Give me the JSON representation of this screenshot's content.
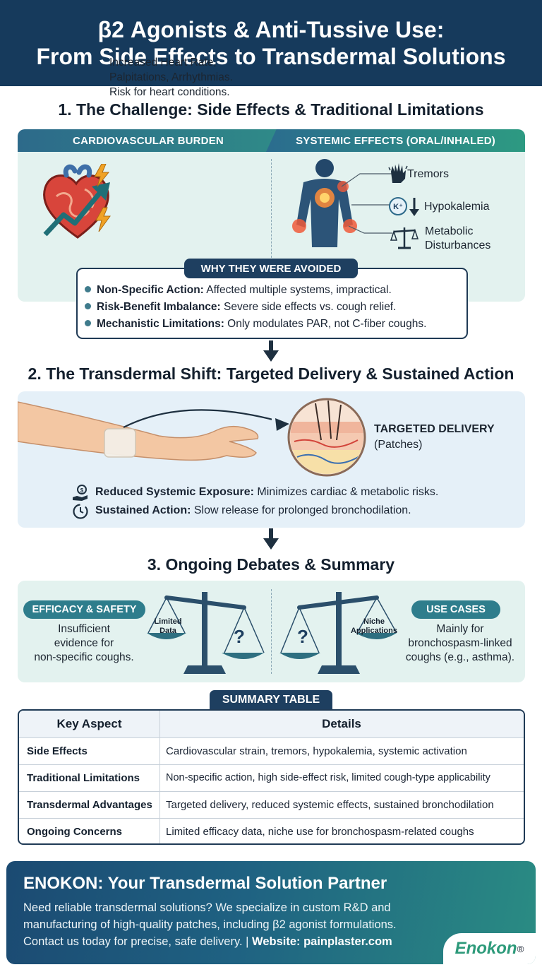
{
  "header": {
    "line1": "β2 Agonists & Anti-Tussive Use:",
    "line2": "From Side Effects to Transdermal Solutions"
  },
  "section1": {
    "title": "1. The Challenge: Side Effects & Traditional Limitations",
    "tab_left": "CARDIOVASCULAR BURDEN",
    "tab_right": "SYSTEMIC EFFECTS (ORAL/INHALED)",
    "cardio_lines": [
      "Increased Heart Rate,",
      "Palpitations, Arrhythmias.",
      "Risk for heart conditions."
    ],
    "systemic": {
      "tremors": "Tremors",
      "hypokalemia": "Hypokalemia",
      "potassium_symbol": "K⁺",
      "metabolic_line1": "Metabolic",
      "metabolic_line2": "Disturbances"
    },
    "avoided_tag": "WHY THEY WERE AVOIDED",
    "reasons": [
      {
        "label": "Non-Specific Action:",
        "text": " Affected multiple systems, impractical."
      },
      {
        "label": "Risk-Benefit Imbalance:",
        "text": " Severe side effects vs. cough relief."
      },
      {
        "label": "Mechanistic Limitations:",
        "text": " Only modulates PAR, not C-fiber coughs."
      }
    ]
  },
  "section2": {
    "title": "2. The Transdermal Shift: Targeted Delivery & Sustained Action",
    "targeted_label": "TARGETED DELIVERY",
    "targeted_sub": "(Patches)",
    "benefits": [
      {
        "label": "Reduced Systemic Exposure:",
        "text": " Minimizes cardiac & metabolic risks."
      },
      {
        "label": "Sustained Action:",
        "text": " Slow release for prolonged bronchodilation."
      }
    ]
  },
  "section3": {
    "title": "3. Ongoing Debates & Summary",
    "left_pill": "EFFICACY & SAFETY",
    "left_text": [
      "Insufficient",
      "evidence for",
      "non-specific coughs."
    ],
    "left_scale_label": [
      "Limited",
      "Data"
    ],
    "right_pill": "USE CASES",
    "right_text": [
      "Mainly for",
      "bronchospasm-linked",
      "coughs (e.g., asthma)."
    ],
    "right_scale_label": [
      "Niche",
      "Applications"
    ],
    "question_mark": "?"
  },
  "summary": {
    "tag": "SUMMARY TABLE",
    "headers": [
      "Key Aspect",
      "Details"
    ],
    "rows": [
      [
        "Side Effects",
        "Cardiovascular strain, tremors, hypokalemia, systemic activation"
      ],
      [
        "Traditional Limitations",
        "Non-specific action, high side-effect risk, limited cough-type applicability"
      ],
      [
        "Transdermal Advantages",
        "Targeted delivery, reduced systemic effects, sustained bronchodilation"
      ],
      [
        "Ongoing Concerns",
        "Limited efficacy data, niche use for bronchospasm-related coughs"
      ]
    ]
  },
  "footer": {
    "title": "ENOKON: Your Transdermal Solution Partner",
    "line1": "Need reliable transdermal solutions? We specialize in custom R&D and",
    "line2": "manufacturing of high-quality patches, including β2 agonist formulations.",
    "line3_text": "Contact us today for precise, safe delivery. | ",
    "line3_bold": "Website: painplaster.com",
    "logo": "Enokon",
    "logo_mark": "®"
  },
  "colors": {
    "header_bg": "#163a5c",
    "teal_accent": "#2e7d8c",
    "panel_mint": "#e3f2ef",
    "panel_blue": "#e5f0f8",
    "navy_tag": "#1e3f60"
  },
  "icons": [
    "heart-icon",
    "trend-arrow-icon",
    "lightning-icon",
    "body-figure-icon",
    "hand-tremor-icon",
    "potassium-icon",
    "balance-scale-icon",
    "arm-patch-icon",
    "skin-layers-icon",
    "money-hand-icon",
    "clock-icon",
    "down-arrow-icon",
    "scale-icon"
  ]
}
